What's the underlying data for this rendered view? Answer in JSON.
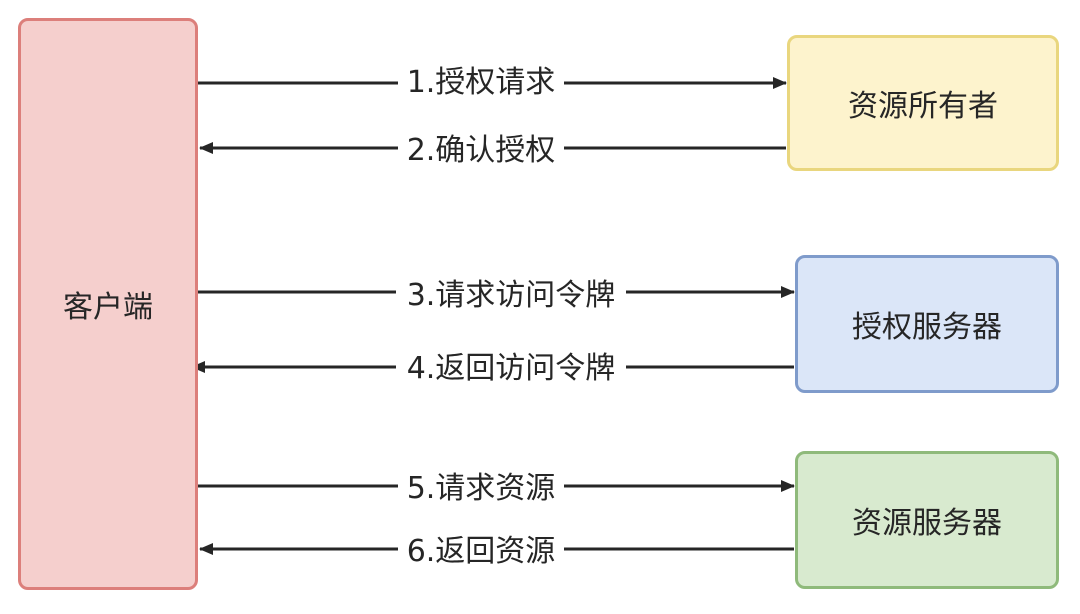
{
  "nodes": {
    "client": "客户端",
    "resource_owner": "资源所有者",
    "authorization_server": "授权服务器",
    "resource_server": "资源服务器"
  },
  "edges": [
    {
      "label": "1.授权请求",
      "from": "客户端",
      "to": "资源所有者"
    },
    {
      "label": "2.确认授权",
      "from": "资源所有者",
      "to": "客户端"
    },
    {
      "label": "3.请求访问令牌",
      "from": "客户端",
      "to": "授权服务器"
    },
    {
      "label": "4.返回访问令牌",
      "from": "授权服务器",
      "to": "客户端"
    },
    {
      "label": "5.请求资源",
      "from": "客户端",
      "to": "资源服务器"
    },
    {
      "label": "6.返回资源",
      "from": "资源服务器",
      "to": "客户端"
    }
  ],
  "colors": {
    "client_fill": "#f5cfcd",
    "client_border": "#dc7f7b",
    "owner_fill": "#fdf3cd",
    "owner_border": "#e9d67e",
    "auth_fill": "#dbe6f8",
    "auth_border": "#7f9bcb",
    "resource_fill": "#d8eacf",
    "resource_border": "#8fba7b",
    "arrow": "#262626"
  }
}
